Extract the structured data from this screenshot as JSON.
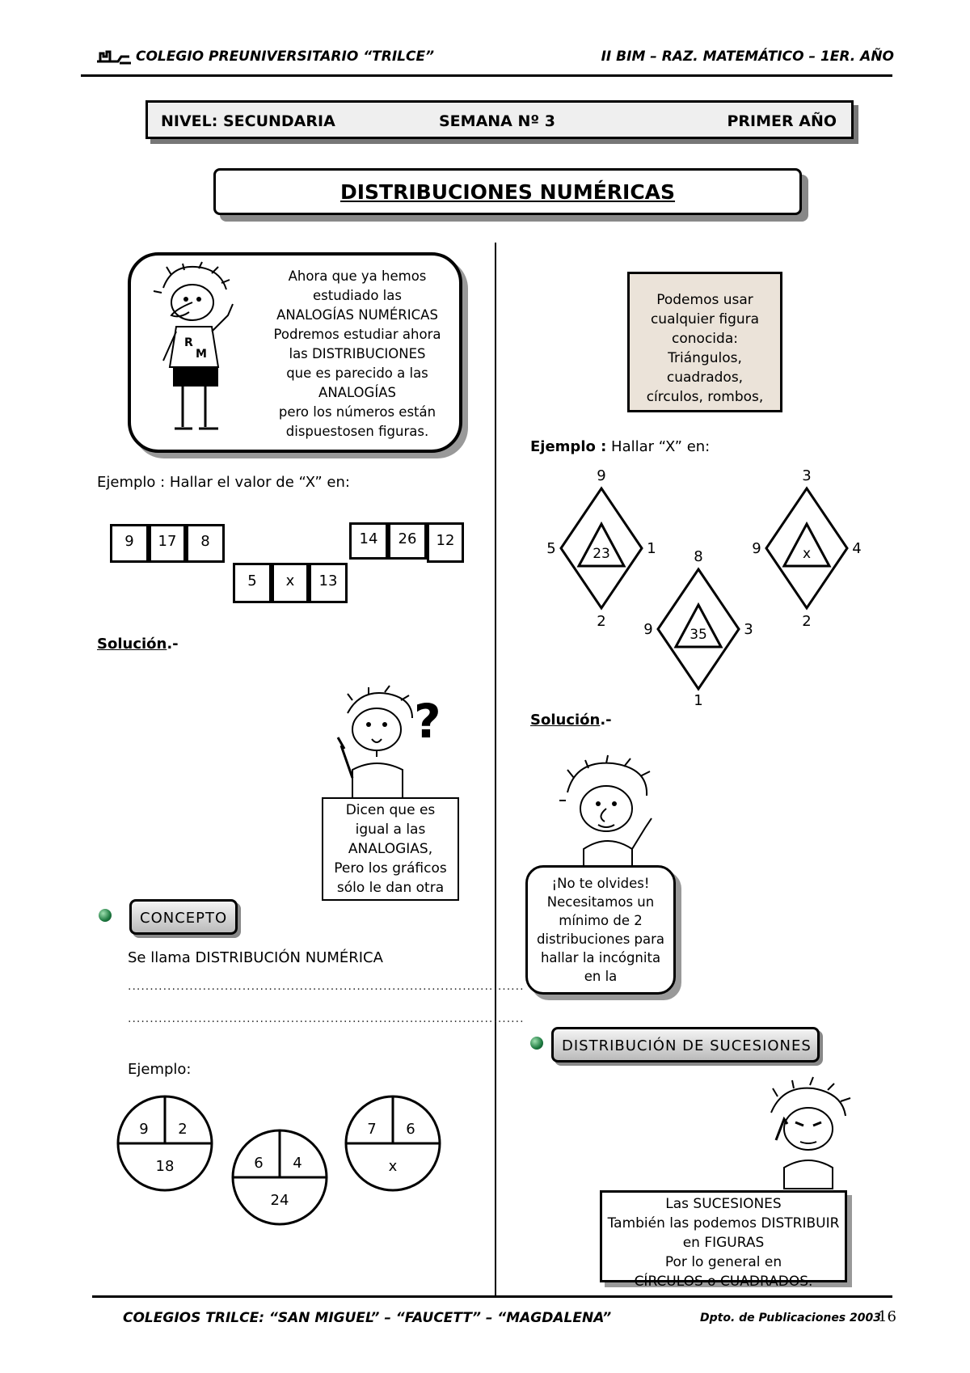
{
  "header": {
    "left": "COLEGIO PREUNIVERSITARIO “TRILCE”",
    "right": "II BIM – RAZ. MATEMÁTICO – 1ER. AÑO"
  },
  "banner": {
    "nivel": "NIVEL: SECUNDARIA",
    "semana": "SEMANA Nº 3",
    "anio": "PRIMER AÑO"
  },
  "title": "DISTRIBUCIONES NUMÉRICAS",
  "intro_bubble": [
    "Ahora que ya hemos",
    "estudiado las",
    "ANALOGÍAS NUMÉRICAS",
    "Podremos estudiar ahora",
    "las DISTRIBUCIONES",
    "que es parecido a las",
    "ANALOGÍAS",
    "pero los números están",
    "dispuestosen figuras."
  ],
  "example1": {
    "label": "Ejemplo : Hallar el valor de “X” en:",
    "group_a": [
      "9",
      "17",
      "8"
    ],
    "group_b": [
      "5",
      "x",
      "13"
    ],
    "group_c": [
      "14",
      "26",
      "12"
    ]
  },
  "solucion_label": "Solución",
  "solucion_suffix": ".-",
  "thinking_note": [
    "Dicen que es",
    "igual a las",
    "ANALOGIAS,",
    "Pero los gráficos",
    "sólo le dan otra"
  ],
  "concepto": {
    "label": "CONCEPTO",
    "text": "Se llama DISTRIBUCIÓN NUMÉRICA",
    "dots1": "..........................................................................................",
    "dots2": "..........................................................................................",
    "ejemplo": "Ejemplo:"
  },
  "circles": [
    {
      "tl": "9",
      "tr": "2",
      "bottom": "18"
    },
    {
      "tl": "6",
      "tr": "4",
      "bottom": "24"
    },
    {
      "tl": "7",
      "tr": "6",
      "bottom": "x"
    }
  ],
  "figure_note": [
    "Podemos usar",
    "cualquier figura",
    "conocida:",
    "Triángulos,",
    "cuadrados,",
    "círculos, rombos,"
  ],
  "example2": {
    "label_bold": "Ejemplo :",
    "label_rest": " Hallar  “X” en:"
  },
  "rhombi": [
    {
      "top": "9",
      "left": "5",
      "right": "1",
      "bottom": "2",
      "center": "23"
    },
    {
      "top": "8",
      "left": "9",
      "right": "3",
      "bottom": "1",
      "center": "35"
    },
    {
      "top": "3",
      "left": "9",
      "right": "4",
      "bottom": "2",
      "center": "x"
    }
  ],
  "reminder_bubble": [
    "¡No te olvides!",
    "Necesitamos un",
    "mínimo de 2",
    "distribuciones para",
    "hallar la incógnita",
    "en la"
  ],
  "sucesiones": {
    "label": "DISTRIBUCIÓN DE SUCESIONES",
    "note": [
      "Las SUCESIONES",
      "También las podemos DISTRIBUIR",
      "en FIGURAS",
      "Por lo general en",
      "CÍRCULOS o CUADRADOS."
    ]
  },
  "footer": {
    "left": "COLEGIOS TRILCE:  “SAN MIGUEL” – “FAUCETT” – “MAGDALENA”",
    "right": "Dpto. de Publicaciones 2003",
    "page": "16"
  }
}
